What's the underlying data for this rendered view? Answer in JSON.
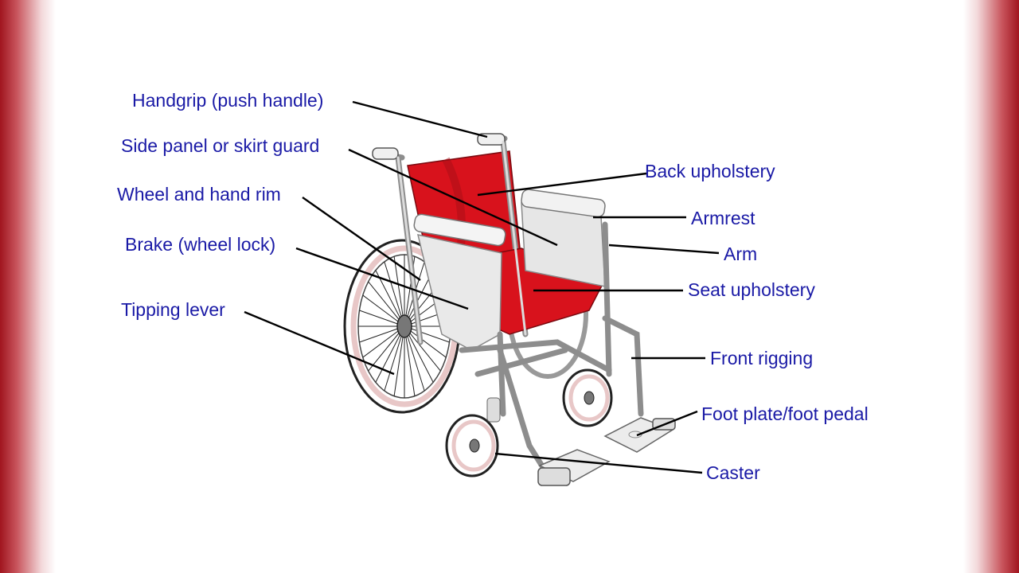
{
  "labels": {
    "handgrip": "Handgrip (push handle)",
    "side_panel": "Side panel or skirt guard",
    "wheel": "Wheel and hand rim",
    "brake": "Brake (wheel lock)",
    "tipping_lever": "Tipping lever",
    "back_upholstery": "Back upholstery",
    "armrest": "Armrest",
    "arm": "Arm",
    "seat_upholstery": "Seat upholstery",
    "front_rigging": "Front rigging",
    "foot_plate": "Foot plate/foot pedal",
    "caster": "Caster"
  },
  "colors": {
    "upholstery": "#d8121c",
    "label_text": "#1a1aa6",
    "border": "#a0141e"
  }
}
